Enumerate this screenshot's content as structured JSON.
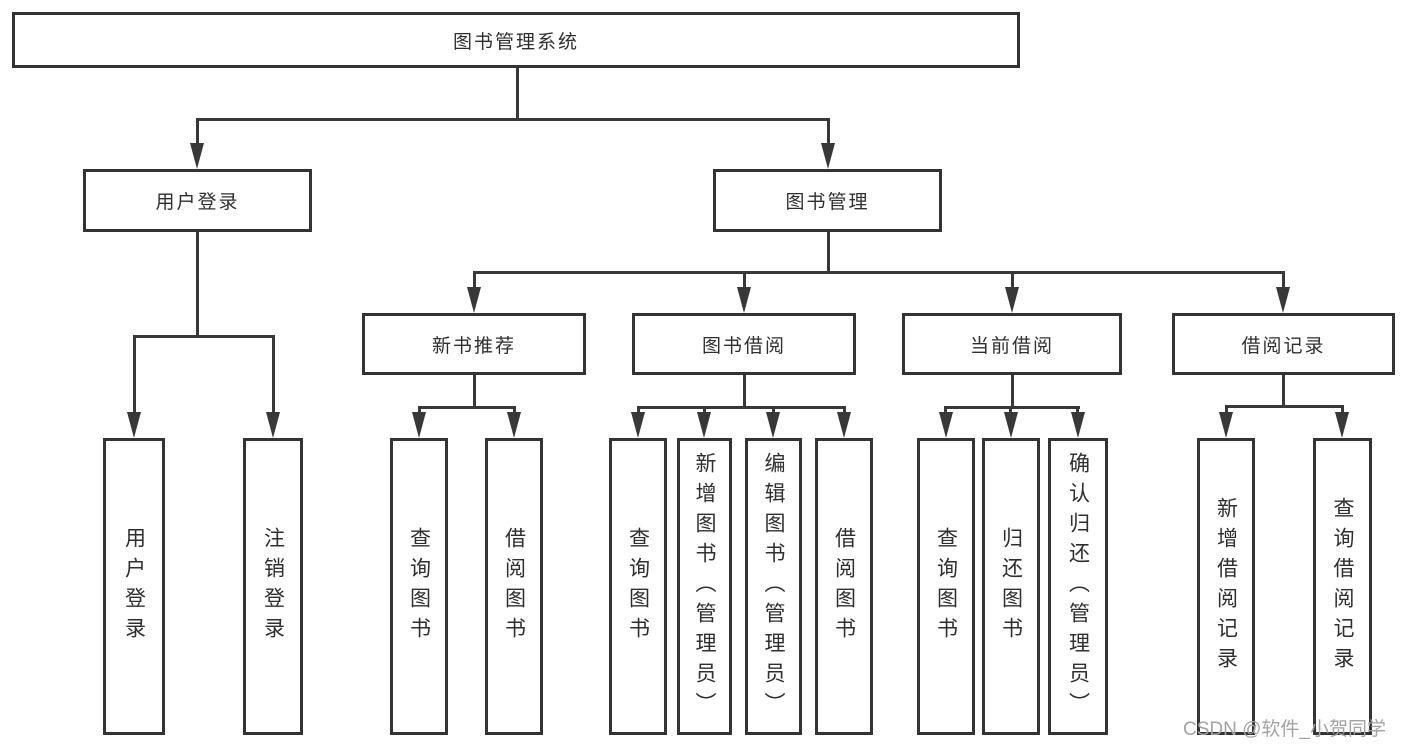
{
  "diagram": {
    "tree": {
      "label": "图书管理系统",
      "children": [
        {
          "label": "用户登录",
          "children": [
            {
              "label": "用户登录"
            },
            {
              "label": "注销登录"
            }
          ]
        },
        {
          "label": "图书管理",
          "children": [
            {
              "label": "新书推荐",
              "children": [
                {
                  "label": "查询图书"
                },
                {
                  "label": "借阅图书"
                }
              ]
            },
            {
              "label": "图书借阅",
              "children": [
                {
                  "label": "查询图书"
                },
                {
                  "label": "新增图书（管理员）"
                },
                {
                  "label": "编辑图书（管理员）"
                },
                {
                  "label": "借阅图书"
                }
              ]
            },
            {
              "label": "当前借阅",
              "children": [
                {
                  "label": "查询图书"
                },
                {
                  "label": "归还图书"
                },
                {
                  "label": "确认归还（管理员）"
                }
              ]
            },
            {
              "label": "借阅记录",
              "children": [
                {
                  "label": "新增借阅记录"
                },
                {
                  "label": "查询借阅记录"
                }
              ]
            }
          ]
        }
      ]
    },
    "colors": {
      "line": "#383838",
      "box_border": "#333333",
      "text": "#2f2f2f",
      "watermark": "#a3a3a3",
      "background": "#ffffff"
    }
  },
  "watermark": {
    "text": "CSDN @软件_小贺同学"
  }
}
